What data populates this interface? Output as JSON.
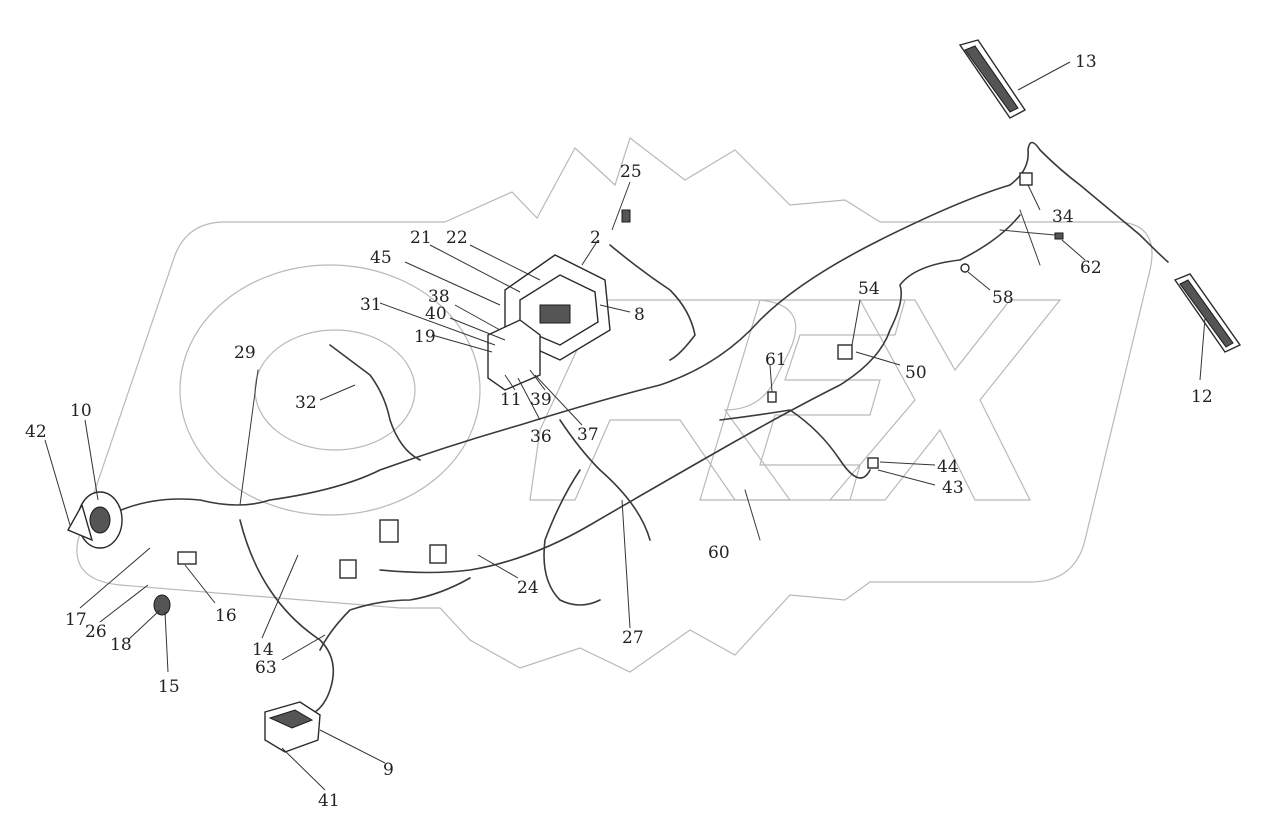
{
  "callouts": [
    {
      "id": "2",
      "text": "2"
    },
    {
      "id": "8",
      "text": "8"
    },
    {
      "id": "9",
      "text": "9"
    },
    {
      "id": "10",
      "text": "10"
    },
    {
      "id": "11",
      "text": "11"
    },
    {
      "id": "12",
      "text": "12"
    },
    {
      "id": "13",
      "text": "13"
    },
    {
      "id": "14",
      "text": "14"
    },
    {
      "id": "15",
      "text": "15"
    },
    {
      "id": "16",
      "text": "16"
    },
    {
      "id": "17",
      "text": "17"
    },
    {
      "id": "18",
      "text": "18"
    },
    {
      "id": "19",
      "text": "19"
    },
    {
      "id": "21",
      "text": "21"
    },
    {
      "id": "22",
      "text": "22"
    },
    {
      "id": "24",
      "text": "24"
    },
    {
      "id": "25",
      "text": "25"
    },
    {
      "id": "26",
      "text": "26"
    },
    {
      "id": "27",
      "text": "27"
    },
    {
      "id": "29",
      "text": "29"
    },
    {
      "id": "31",
      "text": "31"
    },
    {
      "id": "32",
      "text": "32"
    },
    {
      "id": "34",
      "text": "34"
    },
    {
      "id": "36",
      "text": "36"
    },
    {
      "id": "37",
      "text": "37"
    },
    {
      "id": "38",
      "text": "38"
    },
    {
      "id": "39",
      "text": "39"
    },
    {
      "id": "40",
      "text": "40"
    },
    {
      "id": "41",
      "text": "41"
    },
    {
      "id": "42",
      "text": "42"
    },
    {
      "id": "43",
      "text": "43"
    },
    {
      "id": "44",
      "text": "44"
    },
    {
      "id": "45",
      "text": "45"
    },
    {
      "id": "50",
      "text": "50"
    },
    {
      "id": "54",
      "text": "54"
    },
    {
      "id": "58",
      "text": "58"
    },
    {
      "id": "60",
      "text": "60"
    },
    {
      "id": "61",
      "text": "61"
    },
    {
      "id": "62",
      "text": "62"
    },
    {
      "id": "63",
      "text": "63"
    }
  ],
  "watermark": {
    "text": "OREX",
    "color": "#b9b9b9"
  },
  "colors": {
    "line": "#2a2a2a",
    "background": "#ffffff"
  }
}
